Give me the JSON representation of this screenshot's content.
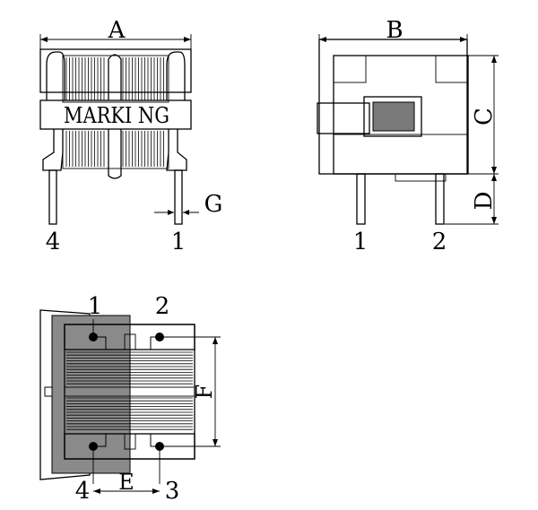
{
  "front_view": {
    "marking_text": "MARKI NG",
    "dim_width": "A",
    "dim_pin_width": "G",
    "pin_left": "4",
    "pin_right": "1"
  },
  "side_view": {
    "dim_width": "B",
    "dim_body_height": "C",
    "dim_pin_length": "D",
    "pin_left": "1",
    "pin_right": "2"
  },
  "bottom_view": {
    "pin_top_left": "1",
    "pin_top_right": "2",
    "pin_bottom_left": "4",
    "pin_bottom_right": "3",
    "dim_pin_pitch_x": "E",
    "dim_pin_pitch_y": "F"
  }
}
